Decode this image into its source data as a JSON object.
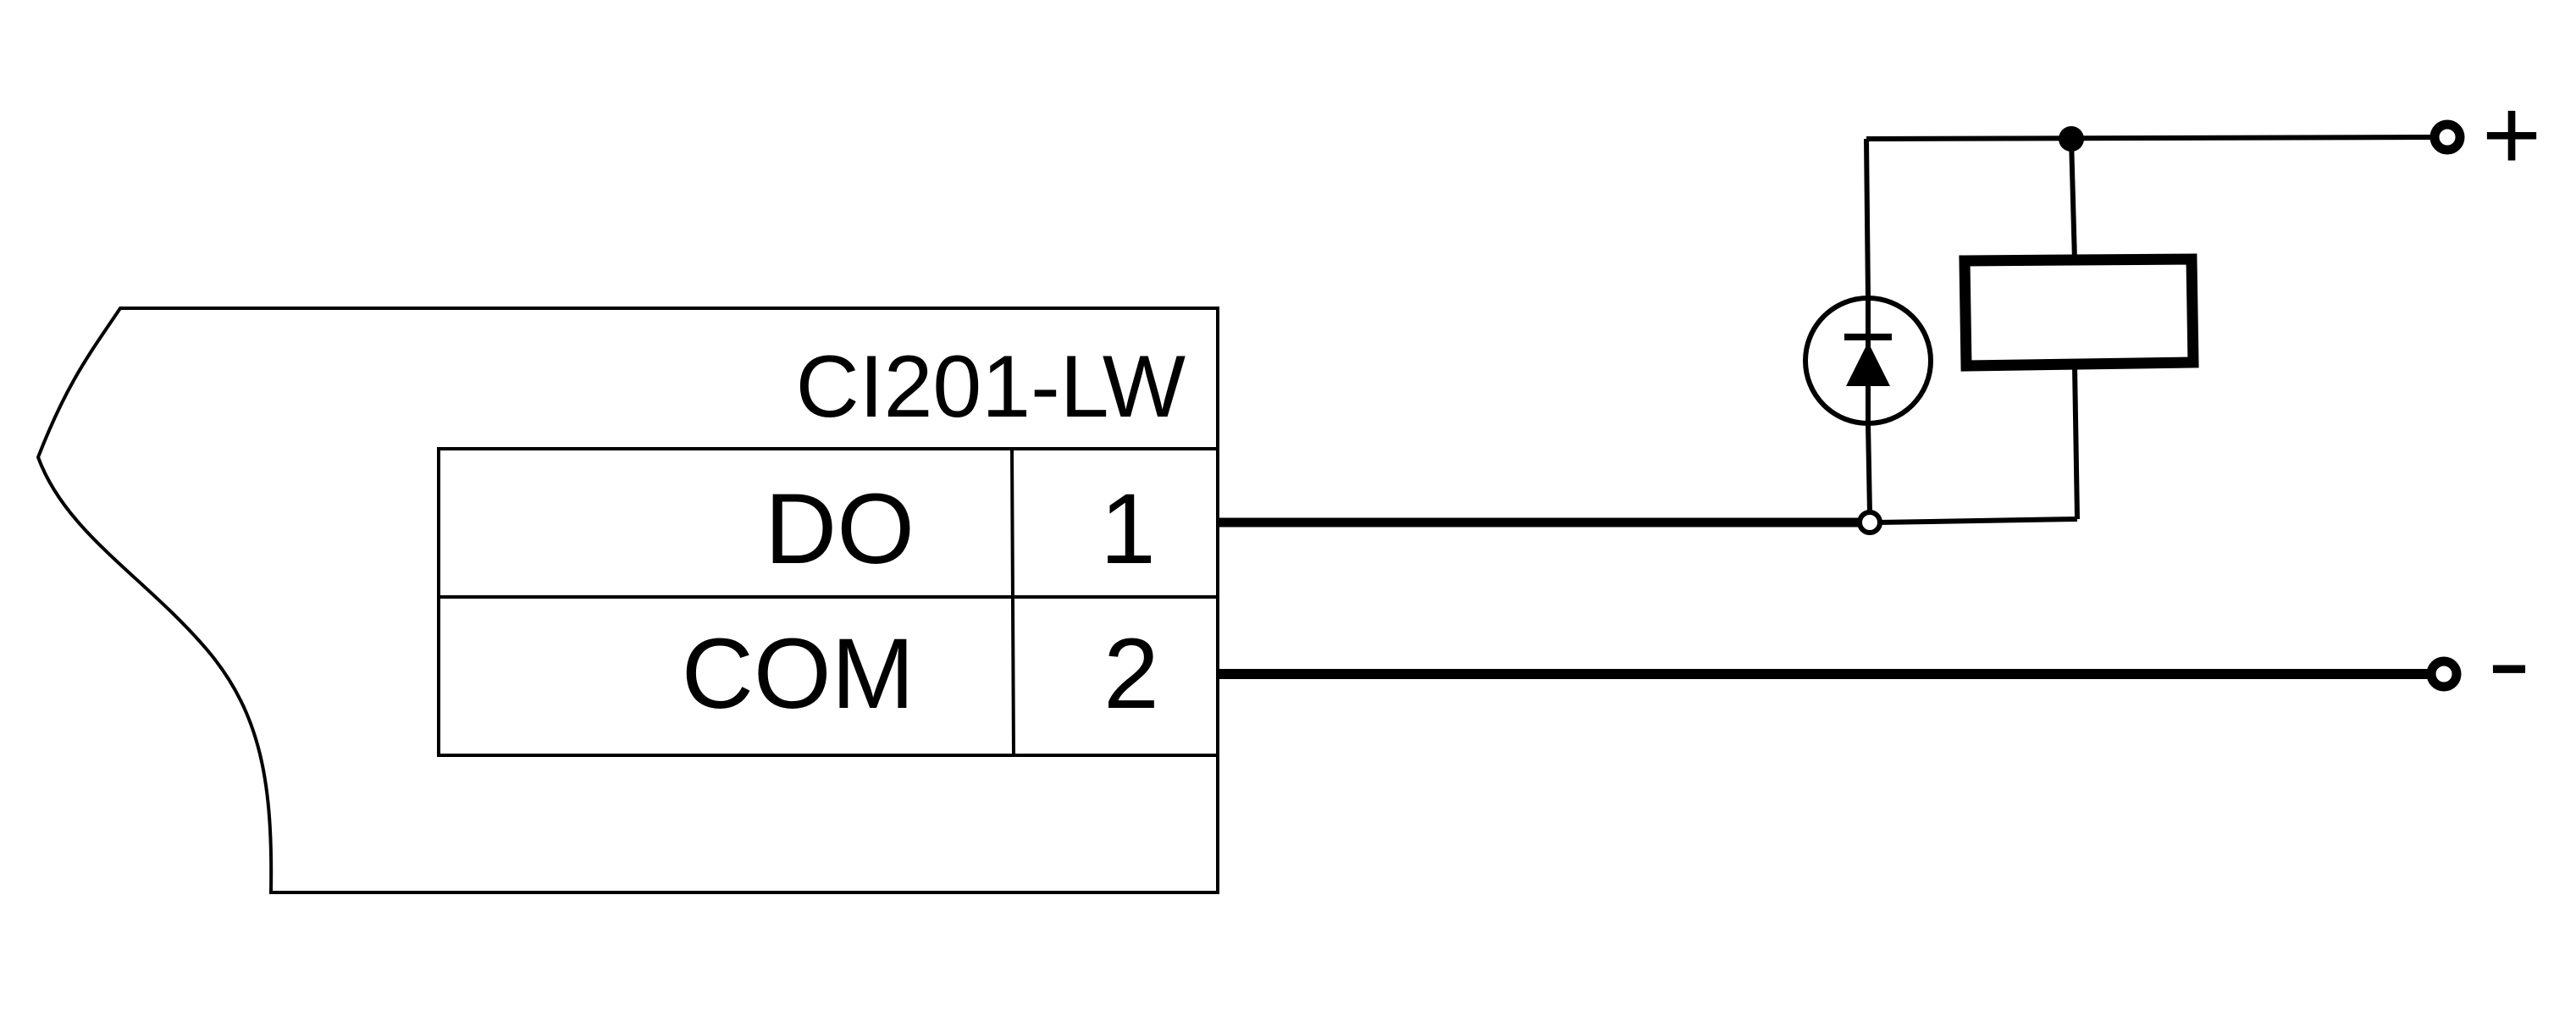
{
  "module": {
    "name": "CI201-LW",
    "terminals": [
      {
        "signal": "DO",
        "pin": "1"
      },
      {
        "signal": "COM",
        "pin": "2"
      }
    ]
  },
  "supply": {
    "positive_label": "+",
    "negative_label": "-"
  },
  "components": {
    "protection_device": "diode",
    "load": "relay-coil"
  },
  "colors": {
    "line": "#000000",
    "background": "#ffffff"
  }
}
